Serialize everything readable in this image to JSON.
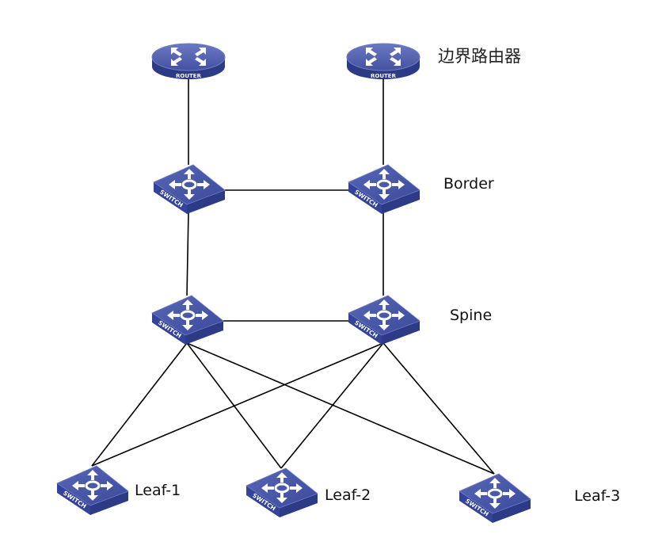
{
  "diagram": {
    "title": "Spine-Leaf network topology",
    "colors": {
      "device_top": "#4b5aa8",
      "device_side": "#2d3a86",
      "device_edge": "#6f7cc4",
      "icon": "#ffffff",
      "line": "#000000"
    },
    "nodes": [
      {
        "id": "router-1",
        "type": "router",
        "device_text": "ROUTER",
        "label": ""
      },
      {
        "id": "router-2",
        "type": "router",
        "device_text": "ROUTER",
        "label": "边界路由器"
      },
      {
        "id": "border-1",
        "type": "switch",
        "device_text": "SWITCH",
        "label": ""
      },
      {
        "id": "border-2",
        "type": "switch",
        "device_text": "SWITCH",
        "label": "Border"
      },
      {
        "id": "spine-1",
        "type": "switch",
        "device_text": "SWITCH",
        "label": ""
      },
      {
        "id": "spine-2",
        "type": "switch",
        "device_text": "SWITCH",
        "label": "Spine"
      },
      {
        "id": "leaf-1",
        "type": "switch",
        "device_text": "SWITCH",
        "label": "Leaf-1"
      },
      {
        "id": "leaf-2",
        "type": "switch",
        "device_text": "SWITCH",
        "label": "Leaf-2"
      },
      {
        "id": "leaf-3",
        "type": "switch",
        "device_text": "SWITCH",
        "label": "Leaf-3"
      }
    ],
    "links": [
      [
        "router-1",
        "border-1"
      ],
      [
        "router-2",
        "border-2"
      ],
      [
        "border-1",
        "border-2"
      ],
      [
        "border-1",
        "spine-1"
      ],
      [
        "border-2",
        "spine-2"
      ],
      [
        "spine-1",
        "spine-2"
      ],
      [
        "spine-1",
        "leaf-1"
      ],
      [
        "spine-1",
        "leaf-2"
      ],
      [
        "spine-1",
        "leaf-3"
      ],
      [
        "spine-2",
        "leaf-1"
      ],
      [
        "spine-2",
        "leaf-2"
      ],
      [
        "spine-2",
        "leaf-3"
      ]
    ]
  }
}
